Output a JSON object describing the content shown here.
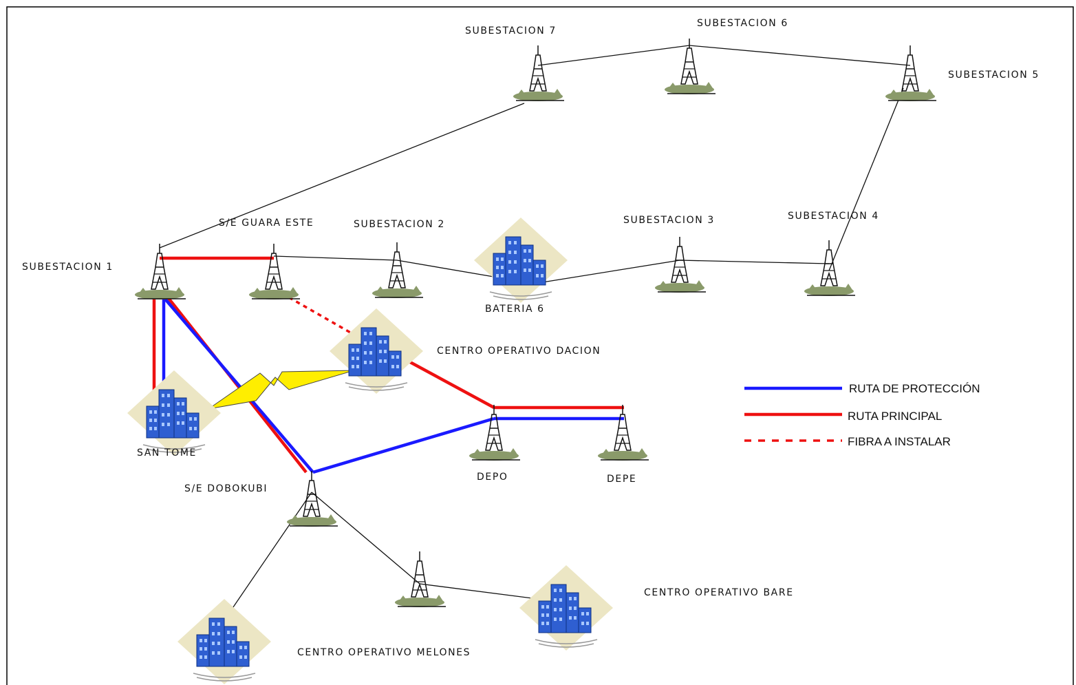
{
  "labels": {
    "subestacion_7": "SUBESTACION 7",
    "subestacion_6": "SUBESTACION 6",
    "subestacion_5": "SUBESTACION 5",
    "subestacion_4": "SUBESTACION 4",
    "subestacion_3": "SUBESTACION 3",
    "subestacion_2": "SUBESTACION 2",
    "subestacion_1": "SUBESTACION 1",
    "se_guara_este": "S/E GUARA ESTE",
    "bateria_6": "BATERIA 6",
    "centro_dacion": "CENTRO OPERATIVO DACION",
    "san_tome": "SAN TOME",
    "depo": "DEPO",
    "depe": "DEPE",
    "se_dobokubi": "S/E DOBOKUBI",
    "centro_bare": "CENTRO OPERATIVO BARE",
    "centro_melones": "CENTRO OPERATIVO MELONES"
  },
  "legend": {
    "proteccion": "RUTA DE PROTECCIÓN",
    "principal": "RUTA PRINCIPAL",
    "fibra": "FIBRA A INSTALAR"
  },
  "colors": {
    "proteccion": "#1a1aff",
    "principal": "#ee1111",
    "fibra": "#ee1111",
    "link": "#111111",
    "radio_bolt": "#ffee00"
  },
  "icons": {
    "tower": "transmission-tower-icon",
    "building": "office-building-icon",
    "radio": "lightning-bolt-icon"
  }
}
